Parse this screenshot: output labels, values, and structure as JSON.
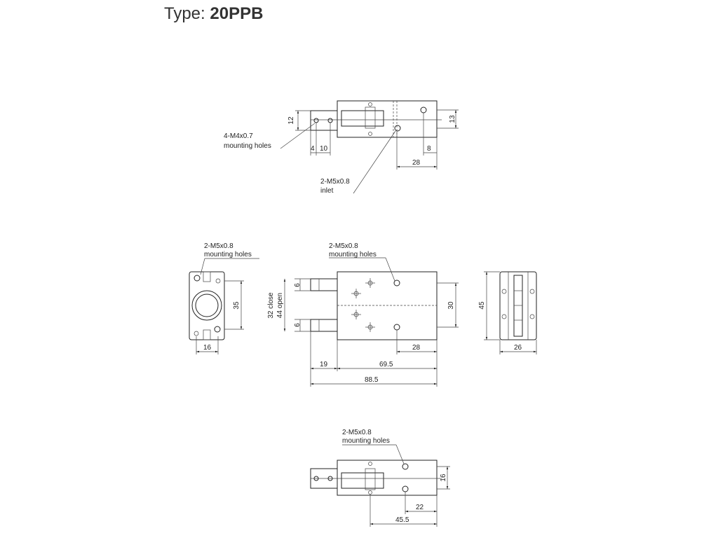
{
  "header": {
    "type_label": "Type:",
    "model": "20PPB"
  },
  "top_view": {
    "callout_m4": [
      "4-M4x0.7",
      "mounting holes"
    ],
    "callout_inlet": [
      "2-M5x0.8",
      "inlet"
    ],
    "dims": {
      "d12": "12",
      "d13": "13",
      "d4": "4",
      "d10": "10",
      "d8": "8",
      "d28": "28"
    }
  },
  "left_end_view": {
    "callout": [
      "2-M5x0.8",
      "mounting holes"
    ],
    "dims": {
      "d35": "35",
      "d16": "16"
    }
  },
  "front_view": {
    "callout": [
      "2-M5x0.8",
      "mounting holes"
    ],
    "jaw_close": "32 close",
    "jaw_open": "44 open",
    "dims": {
      "d6a": "6",
      "d6b": "6",
      "d30": "30",
      "d28": "28",
      "d19": "19",
      "d69_5": "69.5",
      "d88_5": "88.5"
    }
  },
  "right_end_view": {
    "dims": {
      "d45": "45",
      "d26": "26"
    }
  },
  "bottom_view": {
    "callout": [
      "2-M5x0.8",
      "mounting holes"
    ],
    "dims": {
      "d16": "16",
      "d22": "22",
      "d45_5": "45.5"
    }
  }
}
